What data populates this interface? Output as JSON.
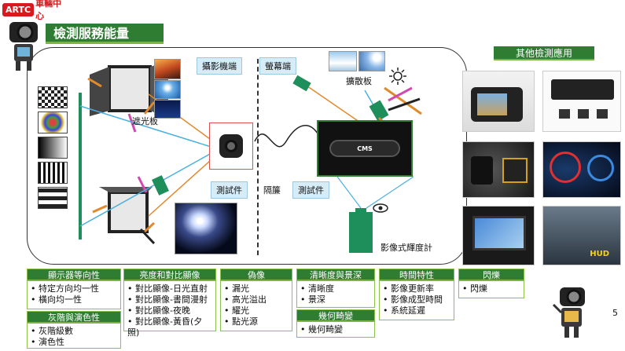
{
  "header": {
    "logo_badge": "ARTC",
    "logo_text": "車輛中心",
    "title": "檢測服務能量",
    "other_apps_title": "其他檢測應用"
  },
  "diagram": {
    "camera_side_label": "攝影機端",
    "screen_side_label": "螢幕端",
    "shade_label": "遮光板",
    "diffuser_label": "擴散板",
    "dut_left_label": "測試件",
    "divider_label": "隔簾",
    "dut_right_label": "測試件",
    "meter_label": "影像式輝度計",
    "mirror_text": "CMS"
  },
  "categories": [
    {
      "title": "顯示器等向性",
      "items": [
        "特定方向均一性",
        "橫向均一性"
      ]
    },
    {
      "title": "灰階與演色性",
      "items": [
        "灰階級數",
        "演色性"
      ]
    },
    {
      "title": "亮度和對比顯像",
      "items": [
        "對比顯像-日光直射",
        "對比顯像-書間漫射",
        "對比顯像-夜晚",
        "對比顯像-黃昏(夕照)"
      ]
    },
    {
      "title": "偽像",
      "items": [
        "漏光",
        "高光溢出",
        "耀光",
        "點光源"
      ]
    },
    {
      "title": "清晰度與景深",
      "items": [
        "清晰度",
        "景深"
      ]
    },
    {
      "title": "幾何畸變",
      "items": [
        "幾何畸變"
      ]
    },
    {
      "title": "時間特性",
      "items": [
        "影像更新率",
        "影像成型時間",
        "系統延遲"
      ]
    },
    {
      "title": "閃爍",
      "items": [
        "閃爍"
      ]
    }
  ],
  "right_panel": {
    "hud_label": "HUD"
  },
  "page_number": "5",
  "colors": {
    "brand_red": "#d71920",
    "header_green": "#2e7d32",
    "accent_green": "#7cb342"
  }
}
